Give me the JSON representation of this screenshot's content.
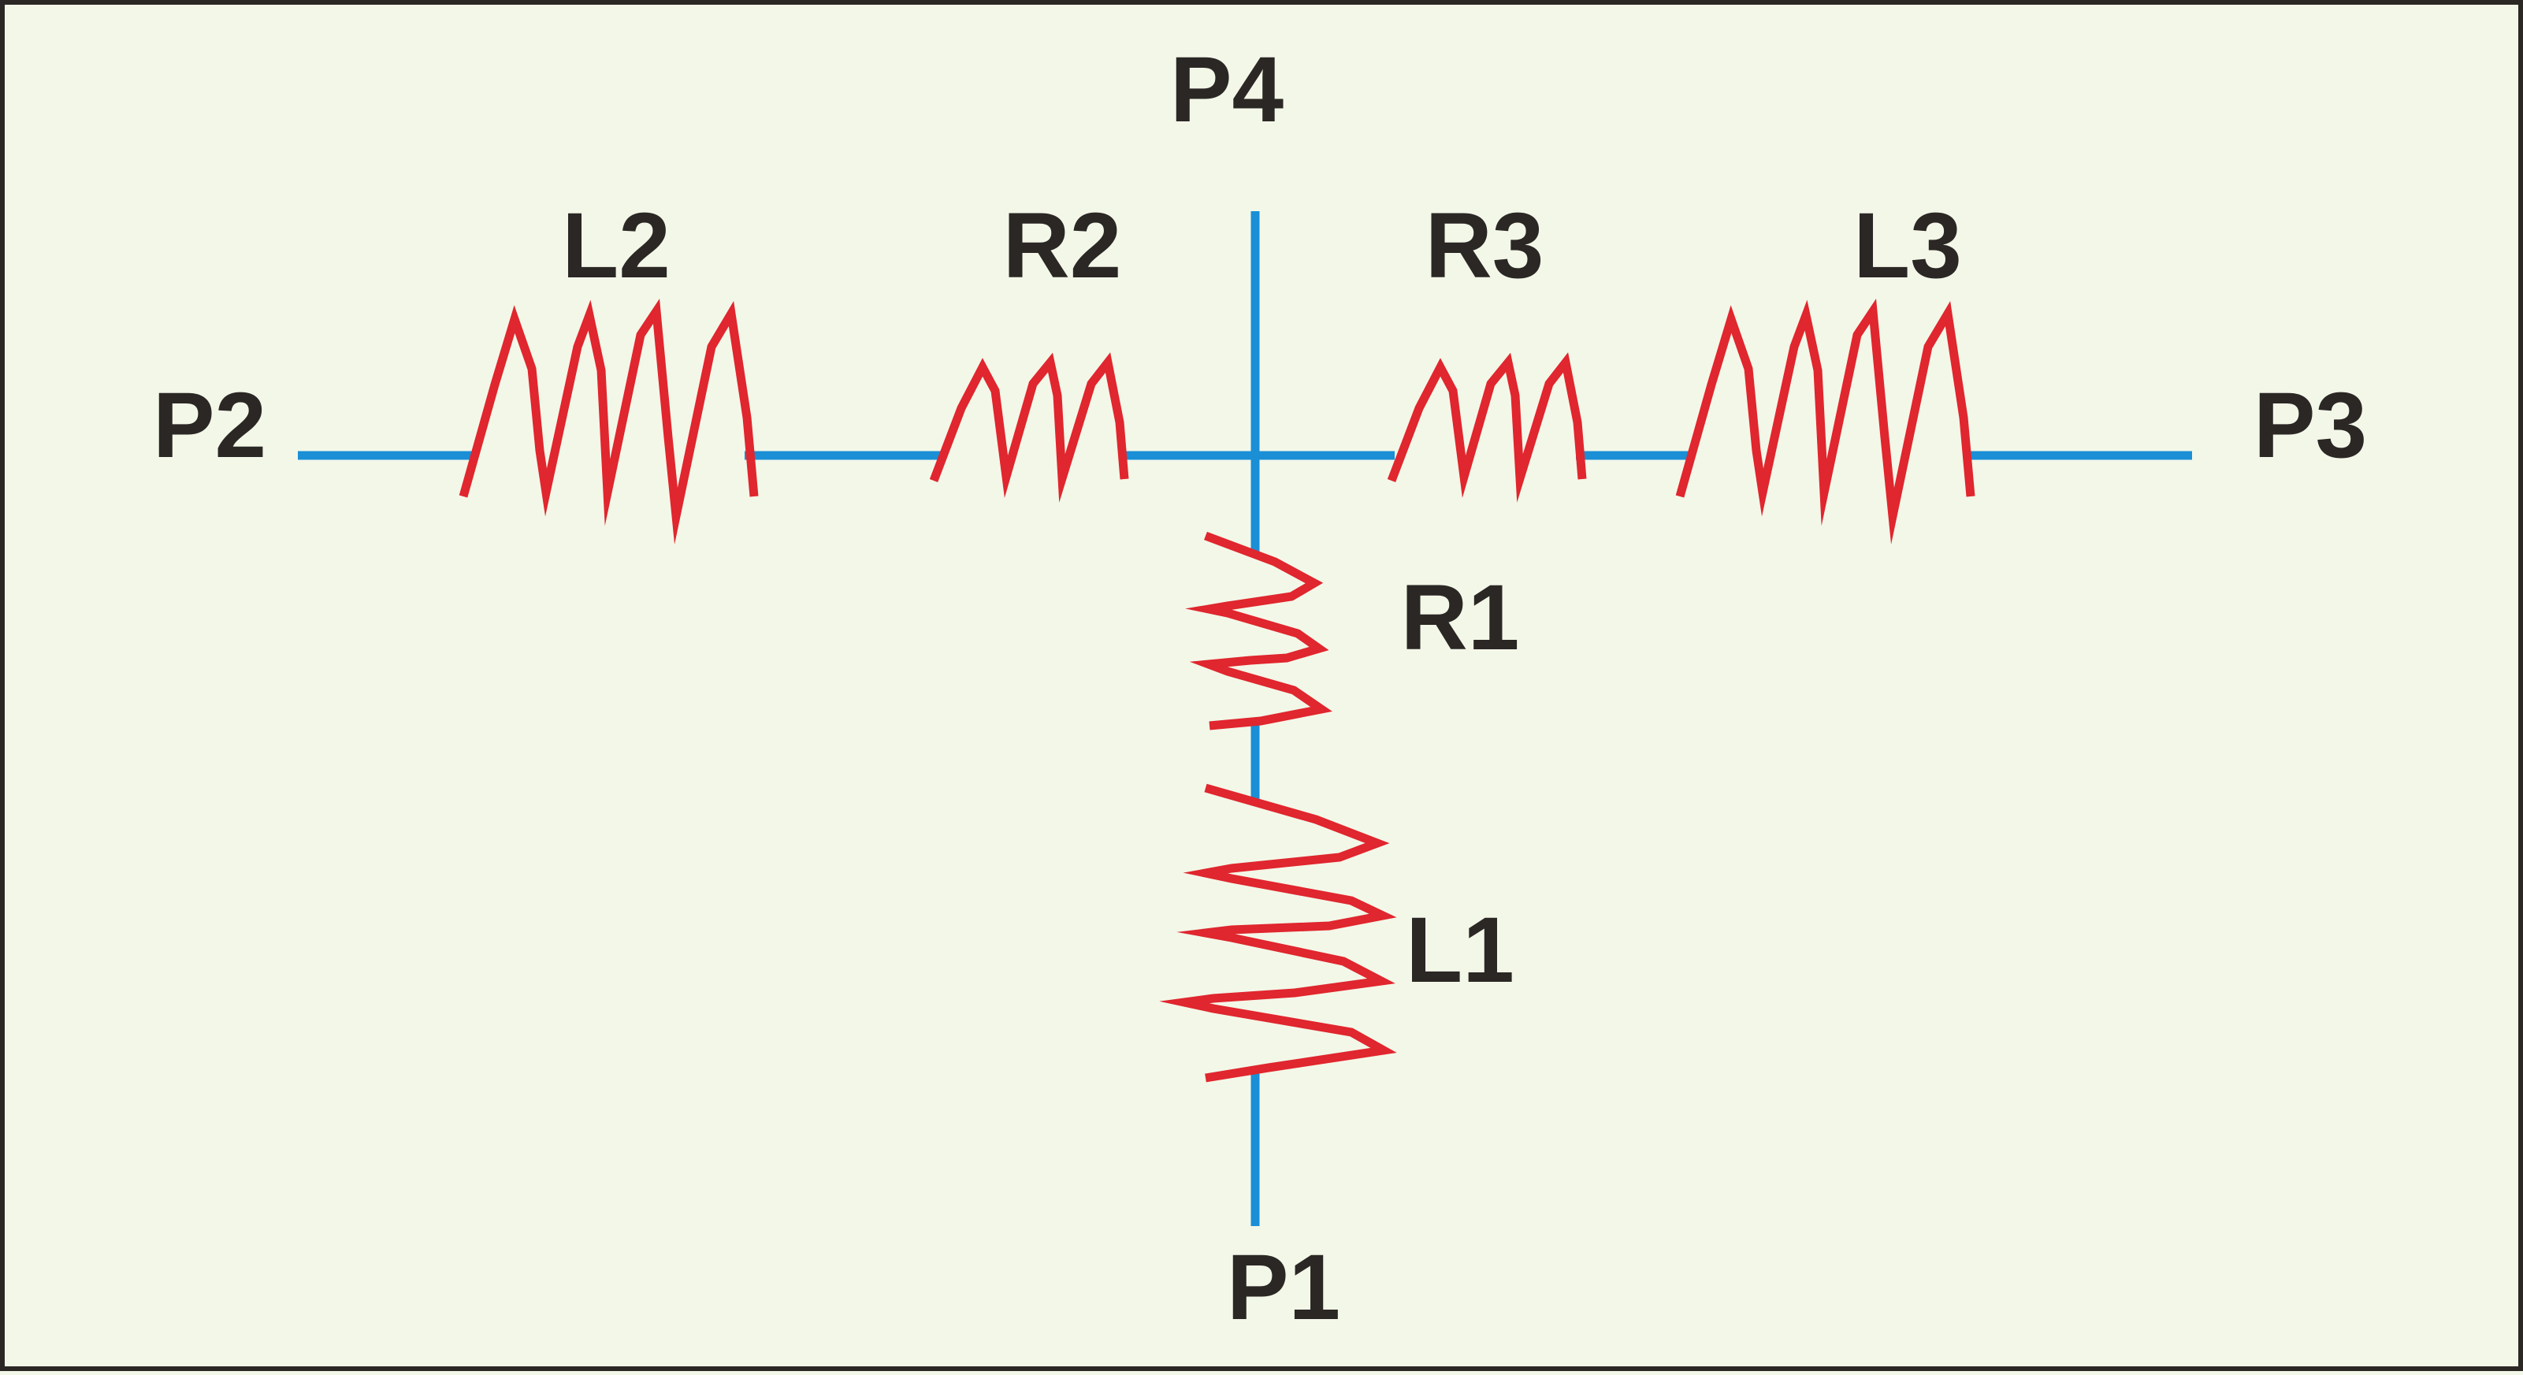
{
  "colors": {
    "background": "#f3f7e8",
    "border": "#2b2725",
    "wire": "#1a8fd6",
    "component": "#e0262e",
    "label": "#2b2725"
  },
  "ports": {
    "p1": "P1",
    "p2": "P2",
    "p3": "P3",
    "p4": "P4"
  },
  "components": {
    "l1": "L1",
    "l2": "L2",
    "l3": "L3",
    "r1": "R1",
    "r2": "R2",
    "r3": "R3"
  }
}
